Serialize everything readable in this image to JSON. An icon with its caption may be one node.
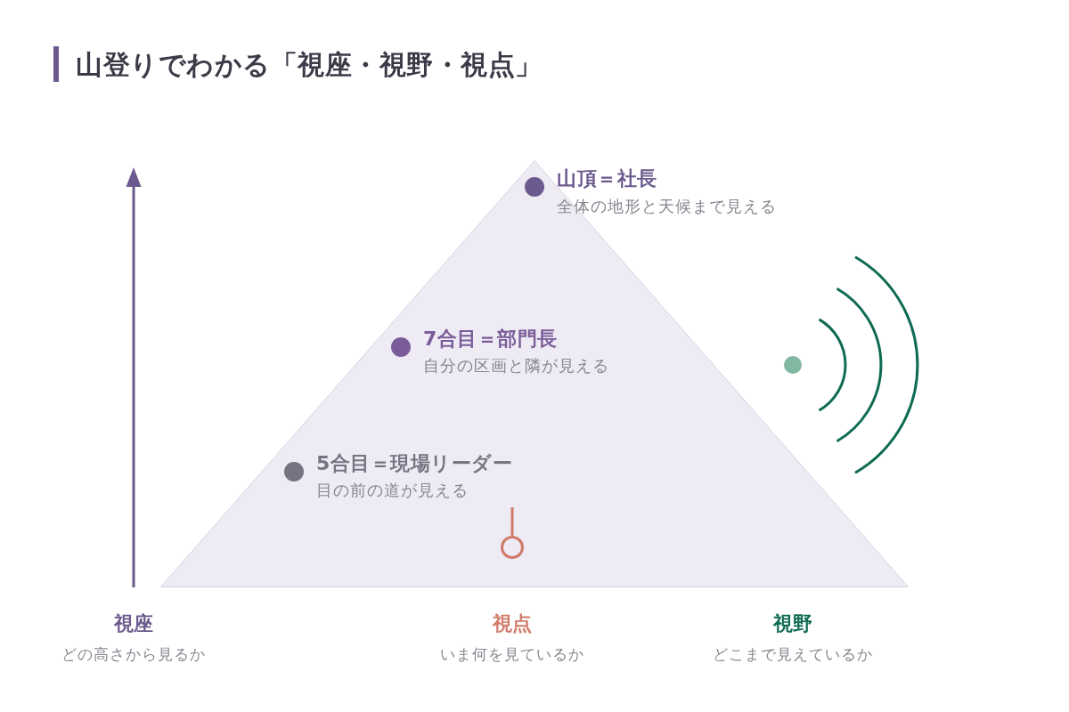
{
  "diagram": {
    "title": "山登りでわかる「視座・視野・視点」",
    "nodes": [
      {
        "text": [
          "山頂＝社長",
          "全体の地形と天候まで見える",
          "7合目＝部門長",
          "自分の区画と隣が見える",
          "5合目＝現場リーダー",
          "目の前の道が見える"
        ]
      }
    ],
    "labels": [
      "視座",
      "どの高さから見るか",
      "視点",
      "いま何を見ているか",
      "視野",
      "どこまで見えているか"
    ]
  }
}
